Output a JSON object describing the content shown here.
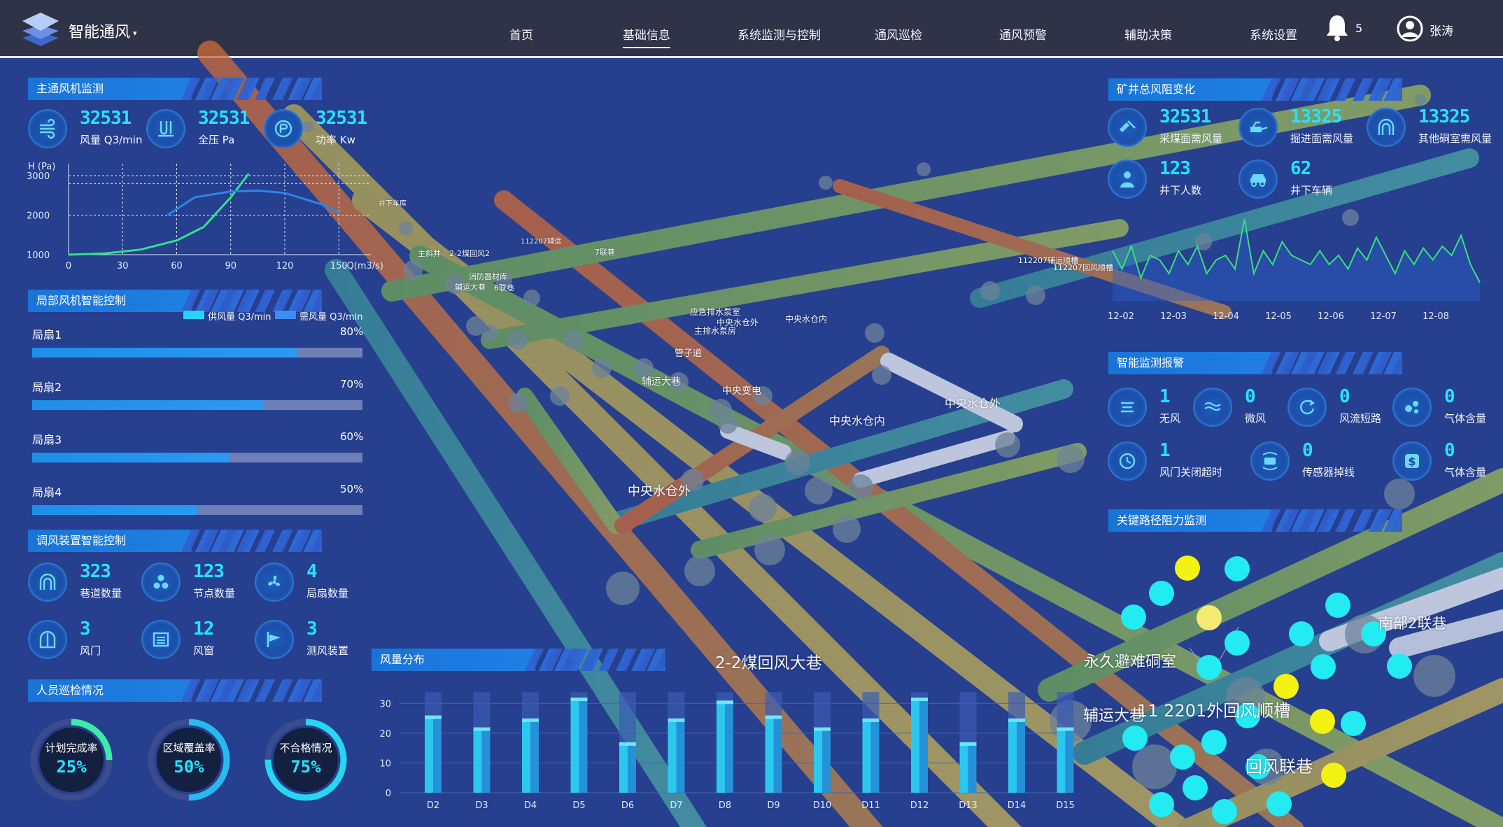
{
  "app": {
    "title": "智能通风"
  },
  "nav": [
    {
      "label": "首页",
      "active": false
    },
    {
      "label": "基础信息",
      "active": true
    },
    {
      "label": "系统监测与控制",
      "active": false
    },
    {
      "label": "通风巡检",
      "active": false
    },
    {
      "label": "通风预警",
      "active": false
    },
    {
      "label": "辅助决策",
      "active": false
    },
    {
      "label": "系统设置",
      "active": false
    }
  ],
  "notifications": {
    "count": "5"
  },
  "user": {
    "name": "张涛"
  },
  "main_fan": {
    "title": "主通风机监测",
    "metrics": [
      {
        "value": "32531",
        "label": "风量 Q3/min",
        "icon": "wind-icon"
      },
      {
        "value": "32531",
        "label": "全压 Pa",
        "icon": "pressure-icon"
      },
      {
        "value": "32531",
        "label": "功率 Kw",
        "icon": "power-icon"
      }
    ]
  },
  "local_fan": {
    "title": "局部风机智能控制",
    "legend": [
      "供风量 Q3/min",
      "需风量 Q3/min"
    ],
    "fans": [
      {
        "name": "局扇1",
        "percent": "80%",
        "ratio": 0.8
      },
      {
        "name": "局扇2",
        "percent": "70%",
        "ratio": 0.7
      },
      {
        "name": "局扇3",
        "percent": "60%",
        "ratio": 0.6
      },
      {
        "name": "局扇4",
        "percent": "50%",
        "ratio": 0.5
      }
    ]
  },
  "regulator": {
    "title": "调风装置智能控制",
    "items": [
      {
        "value": "323",
        "label": "巷道数量",
        "icon": "tunnel-icon"
      },
      {
        "value": "123",
        "label": "节点数量",
        "icon": "node-icon"
      },
      {
        "value": "4",
        "label": "局扇数量",
        "icon": "fan-icon"
      },
      {
        "value": "3",
        "label": "风门",
        "icon": "door-icon"
      },
      {
        "value": "12",
        "label": "风窗",
        "icon": "window-icon"
      },
      {
        "value": "3",
        "label": "测风装置",
        "icon": "anemometer-icon"
      }
    ]
  },
  "patrol": {
    "title": "人员巡检情况",
    "rings": [
      {
        "label": "计划完成率",
        "value": "25%",
        "ratio": 0.25,
        "color": "#3fe9a9"
      },
      {
        "label": "区域覆盖率",
        "value": "50%",
        "ratio": 0.5,
        "color": "#27b9f0"
      },
      {
        "label": "不合格情况",
        "value": "75%",
        "ratio": 0.75,
        "color": "#27d6f0"
      }
    ]
  },
  "mine_resist": {
    "title": "矿井总风阻变化",
    "metrics": [
      {
        "value": "32531",
        "label": "采煤面需风量",
        "icon": "miner-icon"
      },
      {
        "value": "13325",
        "label": "掘进面需风量",
        "icon": "drill-icon"
      },
      {
        "value": "13325",
        "label": "其他硐室需风量",
        "icon": "chamber-icon"
      },
      {
        "value": "123",
        "label": "井下人数",
        "icon": "person-icon"
      },
      {
        "value": "62",
        "label": "井下车辆",
        "icon": "car-icon"
      }
    ]
  },
  "alarm": {
    "title": "智能监测报警",
    "items": [
      {
        "value": "1",
        "label": "无风",
        "icon": "no-wind-icon"
      },
      {
        "value": "0",
        "label": "微风",
        "icon": "breeze-icon"
      },
      {
        "value": "0",
        "label": "风流短路",
        "icon": "short-circuit-icon"
      },
      {
        "value": "0",
        "label": "气体含量",
        "icon": "gas-icon"
      },
      {
        "value": "1",
        "label": "风门关闭超时",
        "icon": "timeout-icon"
      },
      {
        "value": "0",
        "label": "传感器掉线",
        "icon": "sensor-icon"
      },
      {
        "value": "0",
        "label": "气体含量",
        "icon": "gas-dollar-icon"
      }
    ]
  },
  "key_path": {
    "title": "关键路径阻力监测"
  },
  "air_dist": {
    "title": "风量分布"
  },
  "scene": {
    "labels": [
      "2-2煤回风大巷",
      "中央水仓外",
      "中央水仓内",
      "中央水仓外",
      "辅运大巷",
      "管子道",
      "中央变电",
      "中央水仓内",
      "主排水泵房",
      "应急排水泵室",
      "中央水仓外",
      "永久避难硐室",
      "辅运大巷",
      "11 2201外回风顺槽",
      "南部2联巷",
      "回风联巷",
      "112207辅运顺槽",
      "112207回风顺槽",
      "主斜井",
      "2-2煤回风2",
      "辅运大巷",
      "消防器材库",
      "6联巷",
      "7联巷",
      "112207辅运",
      "井下车库"
    ]
  },
  "chart_data": [
    {
      "type": "line",
      "title": "",
      "ylabel": "H (Pa)",
      "xlabel": "Q(m3/s)",
      "x_ticks": [
        0,
        30,
        60,
        90,
        120,
        150
      ],
      "y_ticks": [
        1000,
        2000,
        3000
      ],
      "xlim": [
        0,
        160
      ],
      "ylim": [
        1000,
        3300
      ],
      "grid": true,
      "series": [
        {
          "color": "#34e08a",
          "x": [
            0,
            20,
            40,
            60,
            75,
            90,
            100
          ],
          "y": [
            1000,
            1030,
            1130,
            1360,
            1700,
            2450,
            3050
          ]
        },
        {
          "color": "#2b86e8",
          "x": [
            55,
            70,
            90,
            105,
            120,
            140,
            150
          ],
          "y": [
            2000,
            2450,
            2600,
            2620,
            2560,
            2280,
            2060
          ]
        }
      ]
    },
    {
      "type": "line",
      "title": "",
      "categories": [
        "12-02",
        "12-03",
        "12-04",
        "12-05",
        "12-06",
        "12-07",
        "12-08"
      ],
      "grid": false,
      "series": [
        {
          "color": "#39e07a",
          "values": [
            55,
            35,
            60,
            25,
            50,
            45,
            30,
            55,
            40,
            60,
            30,
            45,
            50,
            35,
            90,
            30,
            55,
            40,
            65,
            50,
            45,
            40,
            55,
            40,
            50,
            35,
            58,
            45,
            70,
            50,
            30,
            55,
            40,
            58,
            45,
            60,
            50,
            72,
            40,
            20
          ]
        }
      ]
    },
    {
      "type": "bar",
      "title": "",
      "categories": [
        "D2",
        "D3",
        "D4",
        "D5",
        "D6",
        "D7",
        "D8",
        "D9",
        "D10",
        "D11",
        "D12",
        "D13",
        "D14",
        "D15"
      ],
      "values": [
        25,
        21,
        24,
        31,
        16,
        24,
        30,
        25,
        21,
        24,
        31,
        16,
        24,
        21
      ],
      "ylim": [
        0,
        35
      ],
      "y_ticks": [
        0,
        10,
        20,
        30
      ]
    }
  ]
}
